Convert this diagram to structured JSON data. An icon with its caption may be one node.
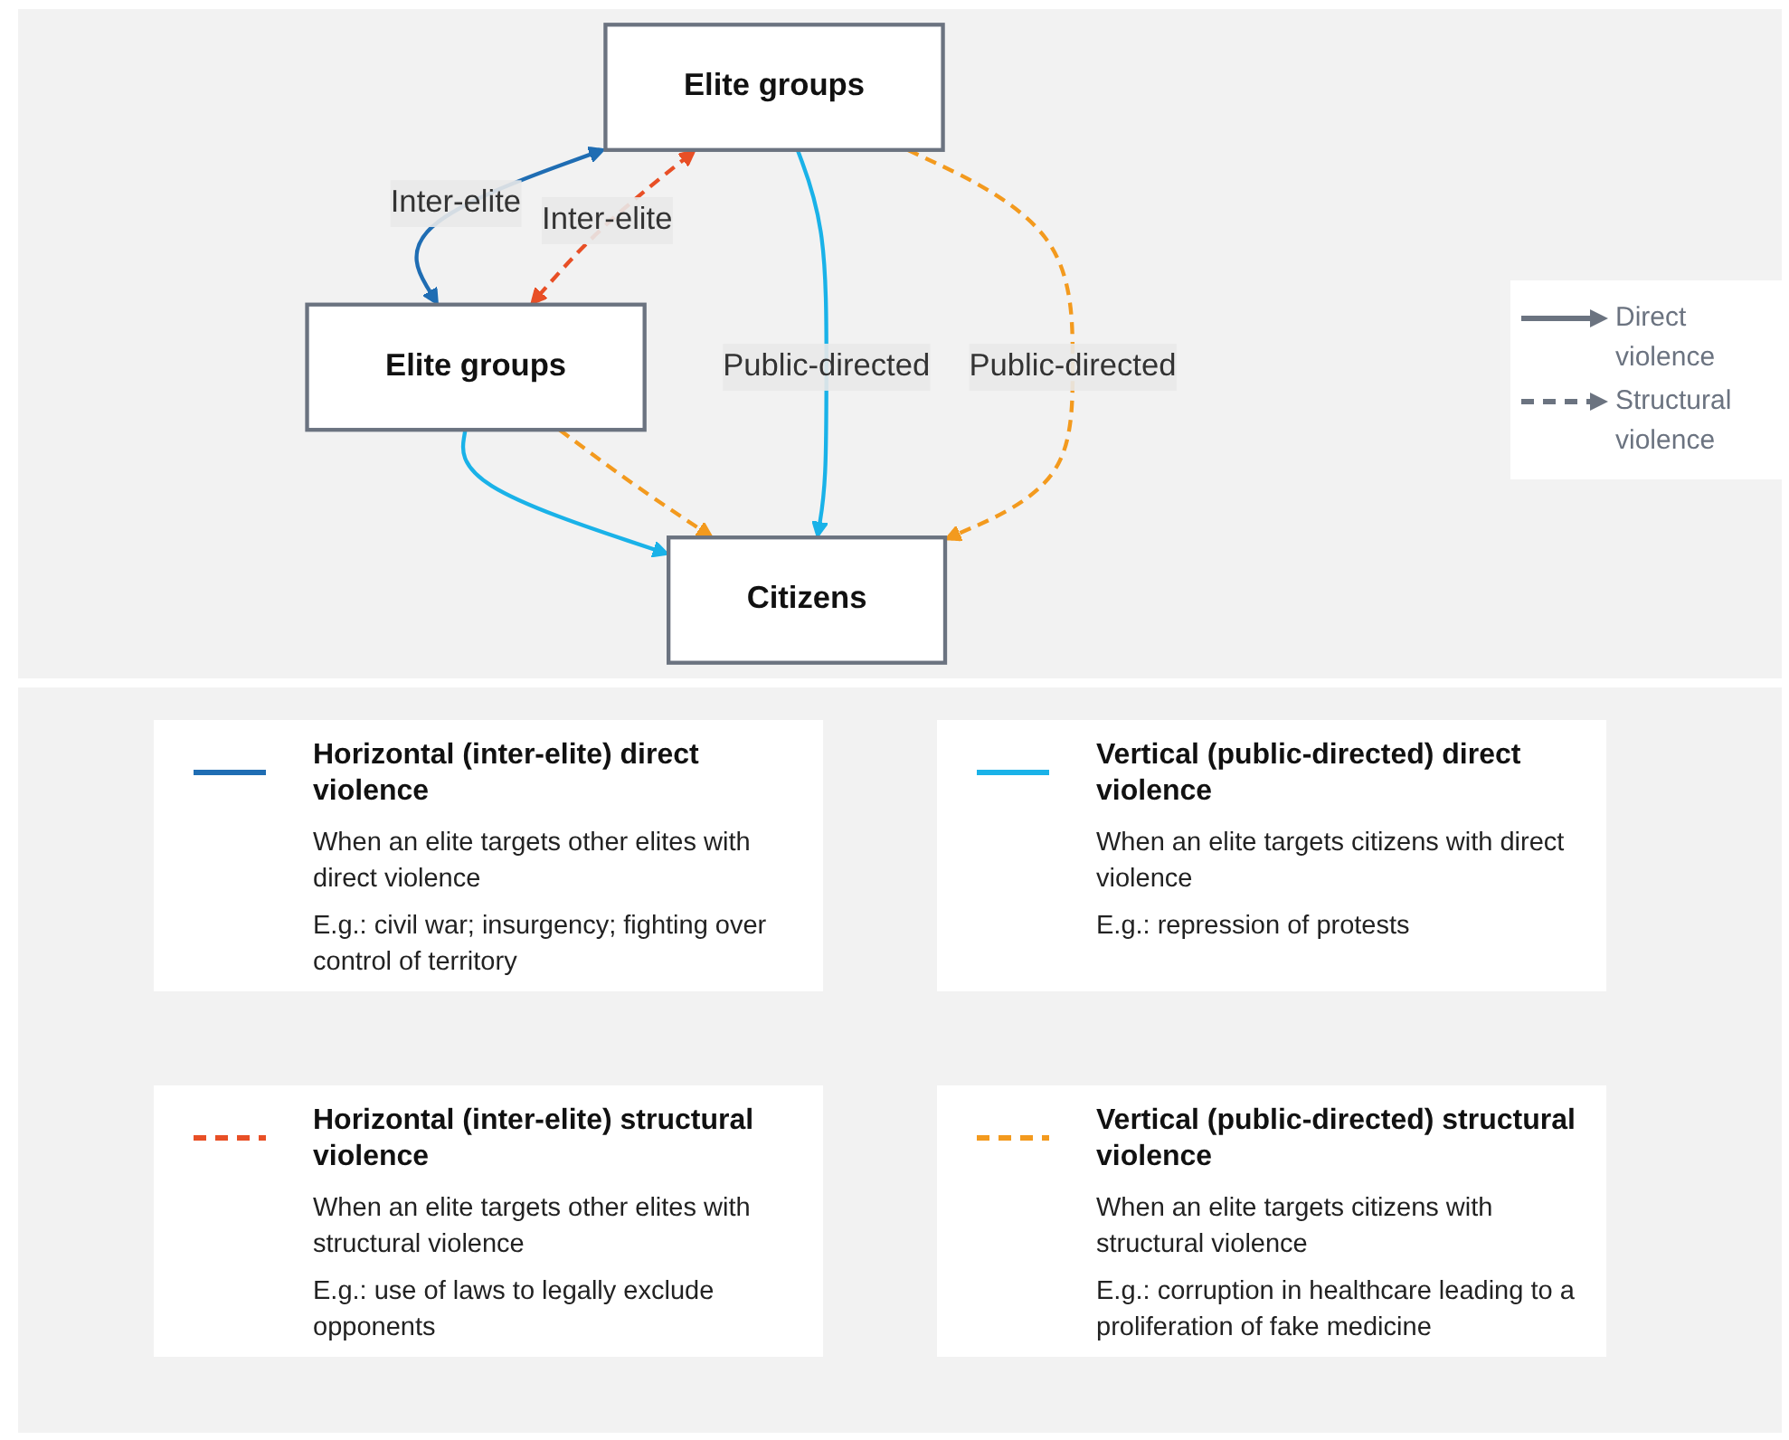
{
  "diagram": {
    "nodes": [
      {
        "text": [
          "Elite groups"
        ]
      },
      {
        "text": [
          "Elite groups"
        ]
      },
      {
        "text": [
          "Citizens"
        ]
      }
    ],
    "edges": [
      {
        "from": 0,
        "to": 1,
        "arrow": "both",
        "label": "Inter-elite",
        "color": "#1f6db3"
      },
      {
        "from": 0,
        "to": 1,
        "arrow": "both",
        "label": "Inter-elite",
        "style": "dashed",
        "color": "#e84f26"
      },
      {
        "from": 0,
        "to": 2,
        "arrow": "to",
        "label": "Public-directed",
        "color": "#1ab2e8"
      },
      {
        "from": 1,
        "to": 2,
        "arrow": "to",
        "color": "#1ab2e8"
      },
      {
        "from": 0,
        "to": 2,
        "arrow": "to",
        "label": "Public-directed",
        "style": "dashed",
        "color": "#f39a1e"
      },
      {
        "from": 1,
        "to": 2,
        "arrow": "to",
        "style": "dashed",
        "color": "#f39a1e"
      }
    ],
    "labels": [
      "When an elite targets other elites with direct violence",
      "E.g.: civil war; insurgency; fighting over control of territory",
      "When an elite targets citizens with direct violence",
      "E.g.: repression of protests",
      "When an elite targets other elites with structural violence",
      "E.g.: use of laws to legally exclude opponents",
      "When an elite targets citizens with structural violence",
      "E.g.: corruption in healthcare leading to a proliferation of fake medicine"
    ],
    "legend": [
      {
        "text": "Direct violence"
      },
      {
        "text": "Structural violence"
      },
      {
        "text": "Horizontal (inter-elite) direct violence"
      },
      {
        "text": "Vertical (public-directed) direct violence"
      },
      {
        "text": "Horizontal (inter-elite) structural violence"
      },
      {
        "text": "Vertical (public-directed) structural violence"
      }
    ]
  }
}
